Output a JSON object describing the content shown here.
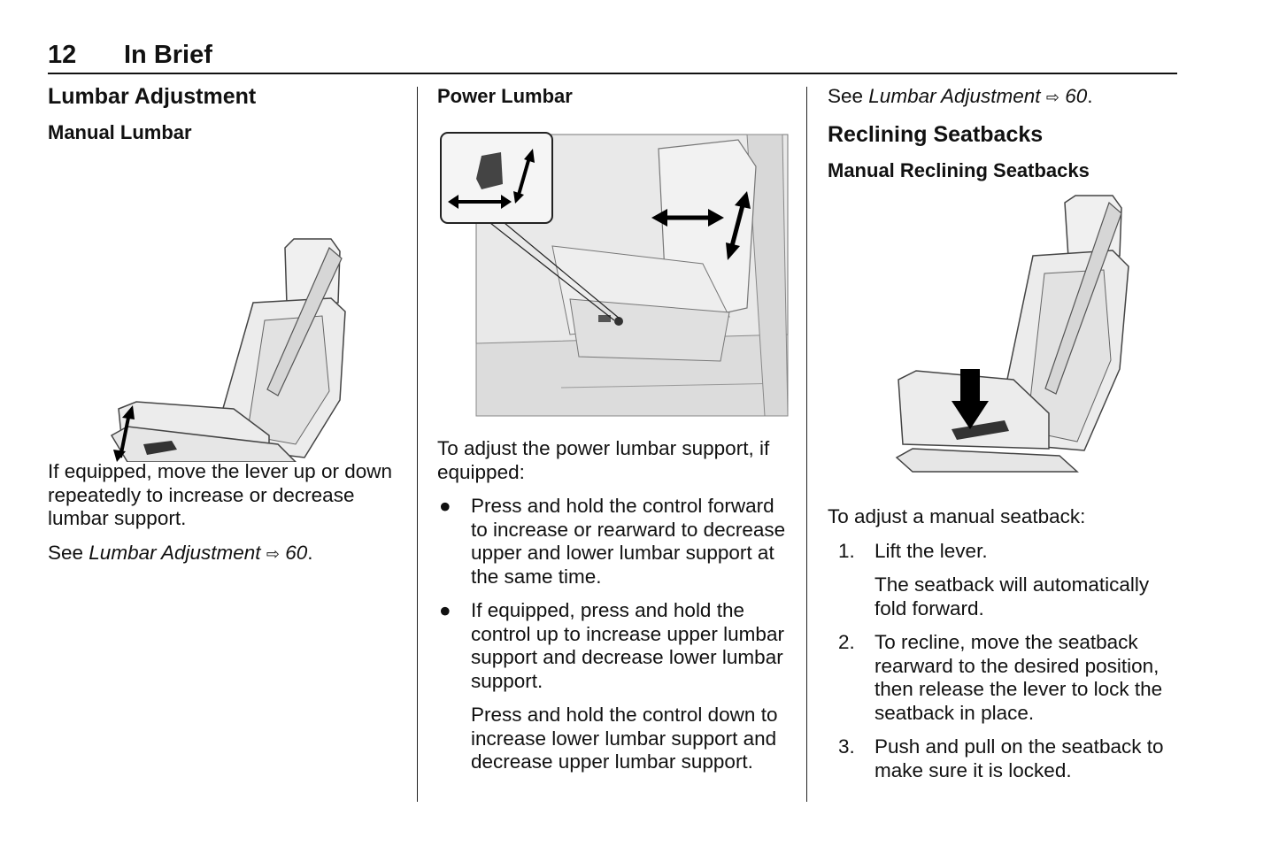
{
  "header": {
    "page_number": "12",
    "section": "In Brief"
  },
  "col1": {
    "title": "Lumbar Adjustment",
    "subtitle": "Manual Lumbar",
    "body": "If equipped, move the lever up or down repeatedly to increase or decrease lumbar support.",
    "see_prefix": "See ",
    "see_link": "Lumbar Adjustment",
    "see_arrow": "⇨",
    "see_page": "60",
    "see_period": "."
  },
  "col2": {
    "title": "Power Lumbar",
    "intro": "To adjust the power lumbar support, if equipped:",
    "bullet_char": "●",
    "bullets": [
      "Press and hold the control forward to increase or rearward to decrease upper and lower lumbar support at the same time.",
      "If equipped, press and hold the control up to increase upper lumbar support and decrease lower lumbar support."
    ],
    "extra": "Press and hold the control down to increase lower lumbar support and decrease upper lumbar support."
  },
  "col3": {
    "see_prefix": "See ",
    "see_link": "Lumbar Adjustment",
    "see_arrow": "⇨",
    "see_page": "60",
    "see_period": ".",
    "title": "Reclining Seatbacks",
    "subtitle": "Manual Reclining Seatbacks",
    "intro": "To adjust a manual seatback:",
    "steps": [
      {
        "n": "1.",
        "text": "Lift the lever."
      },
      {
        "n": "2.",
        "text": "To recline, move the seatback rearward to the desired position, then release the lever to lock the seatback in place."
      },
      {
        "n": "3.",
        "text": "Push and pull on the seatback to make sure it is locked."
      }
    ],
    "step1_note": "The seatback will automatically fold forward."
  }
}
